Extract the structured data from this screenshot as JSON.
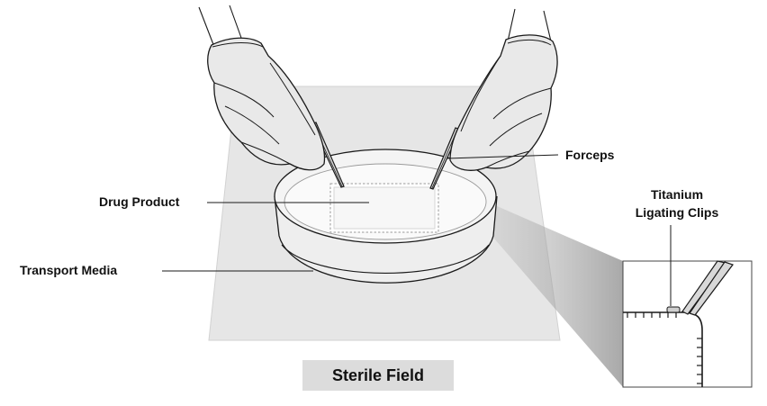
{
  "labels": {
    "forceps": "Forceps",
    "drug_product": "Drug Product",
    "titanium_line1": "Titanium",
    "titanium_line2": "Ligating Clips",
    "transport_media": "Transport Media",
    "sterile_field": "Sterile Field"
  },
  "colors": {
    "field": "#e6e6e6",
    "field_edge": "#cfcfcf",
    "dish_fill": "#f2f2f2",
    "glove": "#e9e9e9",
    "outline": "#1a1a1a",
    "label_box": "#dcdcdc"
  },
  "icons": [
    "gloved-hand-icon",
    "forceps-icon",
    "petri-dish-icon",
    "clip-icon"
  ]
}
